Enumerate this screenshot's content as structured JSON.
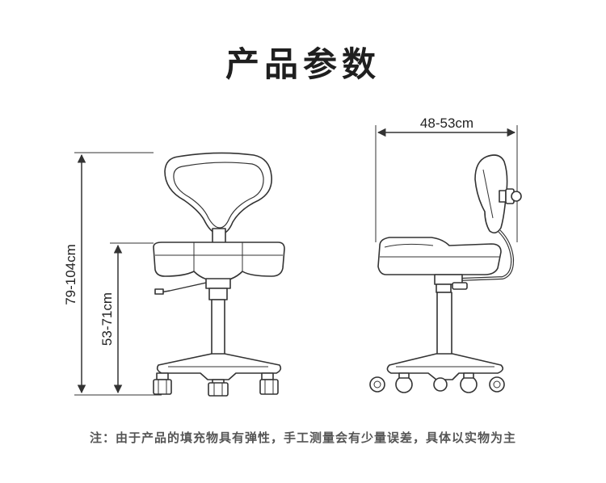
{
  "title": "产品参数",
  "dimensions": {
    "total_height": "79-104cm",
    "seat_height": "53-71cm",
    "width": "48-53cm"
  },
  "note": "注：由于产品的填充物具有弹性，手工测量会有少量误差，具体以实物为主",
  "colors": {
    "title": "#1f1f1f",
    "note": "#555555",
    "line": "#333333"
  }
}
